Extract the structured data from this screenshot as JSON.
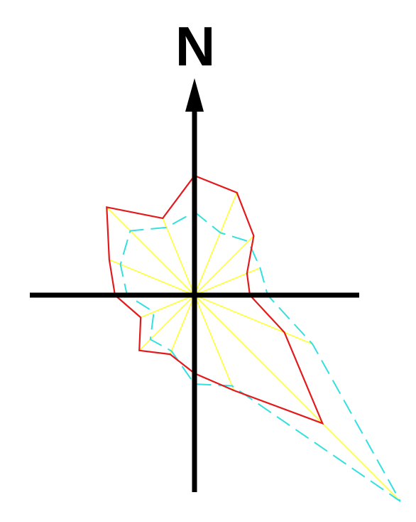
{
  "diagram": {
    "north_label": "N",
    "colors": {
      "axes": "#000000",
      "spokes": "#ffff33",
      "solid_polygon": "#e31a1c",
      "dashed_polygon": "#33e0e0"
    },
    "directions_deg": [
      0,
      22.5,
      45,
      67.5,
      90,
      112.5,
      135,
      157.5,
      180,
      202.5,
      225,
      247.5,
      270,
      292.5,
      315,
      337.5
    ],
    "solid_polygon_values": [
      168,
      156,
      118,
      80,
      78,
      137,
      255,
      145,
      110,
      90,
      110,
      82,
      112,
      130,
      175,
      117
    ],
    "dashed_polygon_values": [
      117,
      95,
      107,
      100,
      103,
      180,
      410,
      138,
      125,
      85,
      88,
      62,
      95,
      113,
      128,
      103
    ]
  }
}
